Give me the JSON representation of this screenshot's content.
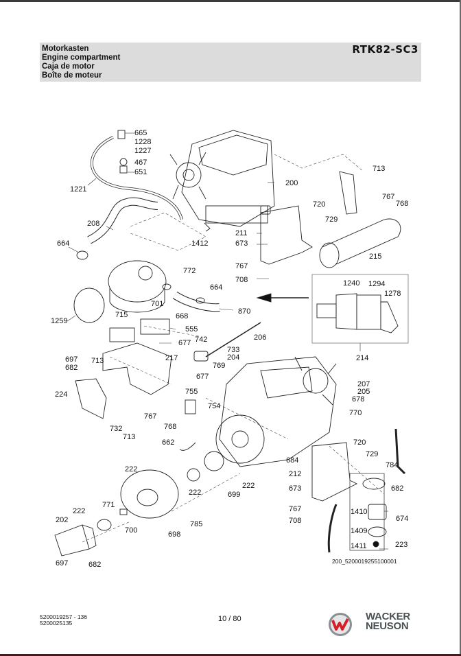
{
  "header": {
    "titles": [
      "Motorkasten",
      "Engine compartment",
      "Caja de motor",
      "Boîte de moteur"
    ],
    "model": "RTK82-SC3"
  },
  "diagram": {
    "reference": "200_5200019255100001",
    "callouts": [
      {
        "id": "c665",
        "text": "665"
      },
      {
        "id": "c1228",
        "text": "1228"
      },
      {
        "id": "c1227",
        "text": "1227"
      },
      {
        "id": "c467",
        "text": "467"
      },
      {
        "id": "c651",
        "text": "651"
      },
      {
        "id": "c1221",
        "text": "1221"
      },
      {
        "id": "c208",
        "text": "208"
      },
      {
        "id": "c664a",
        "text": "664"
      },
      {
        "id": "c1412",
        "text": "1412"
      },
      {
        "id": "c200",
        "text": "200"
      },
      {
        "id": "c713a",
        "text": "713"
      },
      {
        "id": "c720a",
        "text": "720"
      },
      {
        "id": "c729a",
        "text": "729"
      },
      {
        "id": "c767a",
        "text": "767"
      },
      {
        "id": "c768a",
        "text": "768"
      },
      {
        "id": "c211",
        "text": "211"
      },
      {
        "id": "c673a",
        "text": "673"
      },
      {
        "id": "c767b",
        "text": "767"
      },
      {
        "id": "c708a",
        "text": "708"
      },
      {
        "id": "c215",
        "text": "215"
      },
      {
        "id": "c772",
        "text": "772"
      },
      {
        "id": "c664b",
        "text": "664"
      },
      {
        "id": "c701",
        "text": "701"
      },
      {
        "id": "c668",
        "text": "668"
      },
      {
        "id": "c870",
        "text": "870"
      },
      {
        "id": "c1259",
        "text": "1259"
      },
      {
        "id": "c715",
        "text": "715"
      },
      {
        "id": "c555",
        "text": "555"
      },
      {
        "id": "c677a",
        "text": "677"
      },
      {
        "id": "c742",
        "text": "742"
      },
      {
        "id": "c206",
        "text": "206"
      },
      {
        "id": "c1240",
        "text": "1240"
      },
      {
        "id": "c1294",
        "text": "1294"
      },
      {
        "id": "c1278",
        "text": "1278"
      },
      {
        "id": "c214",
        "text": "214"
      },
      {
        "id": "c697a",
        "text": "697"
      },
      {
        "id": "c682a",
        "text": "682"
      },
      {
        "id": "c713b",
        "text": "713"
      },
      {
        "id": "c217",
        "text": "217"
      },
      {
        "id": "c733",
        "text": "733"
      },
      {
        "id": "c204",
        "text": "204"
      },
      {
        "id": "c769",
        "text": "769"
      },
      {
        "id": "c677b",
        "text": "677"
      },
      {
        "id": "c207",
        "text": "207"
      },
      {
        "id": "c205",
        "text": "205"
      },
      {
        "id": "c678",
        "text": "678"
      },
      {
        "id": "c770",
        "text": "770"
      },
      {
        "id": "c224",
        "text": "224"
      },
      {
        "id": "c755",
        "text": "755"
      },
      {
        "id": "c754",
        "text": "754"
      },
      {
        "id": "c767c",
        "text": "767"
      },
      {
        "id": "c768b",
        "text": "768"
      },
      {
        "id": "c732",
        "text": "732"
      },
      {
        "id": "c713c",
        "text": "713"
      },
      {
        "id": "c662",
        "text": "662"
      },
      {
        "id": "c720b",
        "text": "720"
      },
      {
        "id": "c729b",
        "text": "729"
      },
      {
        "id": "c684",
        "text": "684"
      },
      {
        "id": "c784",
        "text": "784"
      },
      {
        "id": "c212",
        "text": "212"
      },
      {
        "id": "c682b",
        "text": "682"
      },
      {
        "id": "c222a",
        "text": "222"
      },
      {
        "id": "c222b",
        "text": "222"
      },
      {
        "id": "c222c",
        "text": "222"
      },
      {
        "id": "c699",
        "text": "699"
      },
      {
        "id": "c673b",
        "text": "673"
      },
      {
        "id": "c674",
        "text": "674"
      },
      {
        "id": "c1410",
        "text": "1410"
      },
      {
        "id": "c767d",
        "text": "767"
      },
      {
        "id": "c771",
        "text": "771"
      },
      {
        "id": "c222d",
        "text": "222"
      },
      {
        "id": "c202",
        "text": "202"
      },
      {
        "id": "c700",
        "text": "700"
      },
      {
        "id": "c785",
        "text": "785"
      },
      {
        "id": "c708b",
        "text": "708"
      },
      {
        "id": "c1409",
        "text": "1409"
      },
      {
        "id": "c698",
        "text": "698"
      },
      {
        "id": "c1411",
        "text": "1411"
      },
      {
        "id": "c223",
        "text": "223"
      },
      {
        "id": "c697b",
        "text": "697"
      },
      {
        "id": "c682c",
        "text": "682"
      }
    ]
  },
  "footer": {
    "doc_numbers": [
      "5200019257 - 136",
      "5200025135"
    ],
    "page": "10 / 80",
    "brand_line1": "WACKER",
    "brand_line2": "NEUSON",
    "brand_colors": {
      "red": "#d5202a",
      "gray": "#4a5254"
    }
  }
}
